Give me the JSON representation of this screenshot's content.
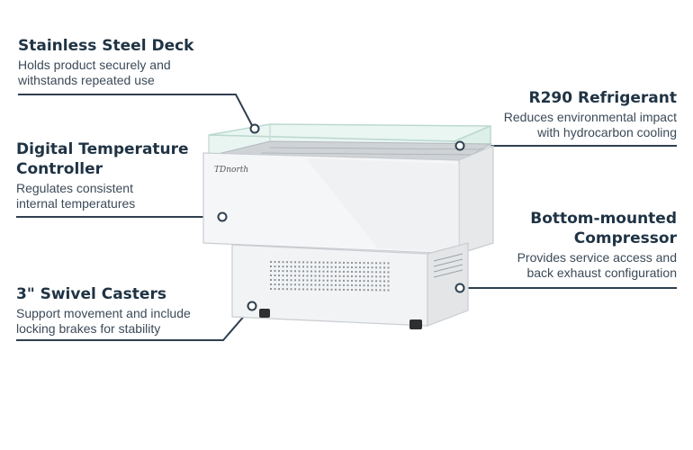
{
  "features": [
    {
      "title": "Stainless Steel Deck",
      "desc_line1": "Holds product securely and",
      "desc_line2": "withstands repeated use"
    },
    {
      "title_line1": "Digital Temperature",
      "title_line2": "Controller",
      "desc_line1": "Regulates consistent",
      "desc_line2": "internal temperatures"
    },
    {
      "title": "3\" Swivel Casters",
      "desc_line1": "Support movement and include",
      "desc_line2": "locking brakes for stability"
    },
    {
      "title": "R290 Refrigerant",
      "desc_line1": "Reduces environmental impact",
      "desc_line2": "with hydrocarbon cooling"
    },
    {
      "title_line1": "Bottom-mounted",
      "title_line2": "Compressor",
      "desc_line1": "Provides service access and",
      "desc_line2": "back exhaust configuration"
    }
  ],
  "product": {
    "brand_badge": "TDnorth"
  },
  "colors": {
    "text": "#1f3344",
    "line": "#2f3f4f",
    "cabinet": "#f4f5f6",
    "glass": "#dff2ec"
  }
}
